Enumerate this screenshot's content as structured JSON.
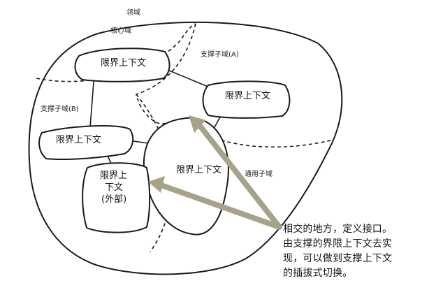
{
  "diagram": {
    "domain_label": "领域",
    "core_domain_label": "核心域",
    "supporting_a_label": "支撑子域(A)",
    "supporting_b_label": "支撑子域(B)",
    "generic_label": "通用子域",
    "context_top": "限界上下文",
    "context_right": "限界上下文",
    "context_left": "限界上下文",
    "context_center": "限界上下文",
    "context_external": [
      "限界上",
      "下文",
      "(外部)"
    ]
  },
  "callout": {
    "lines": [
      "相交的地方，定义接口。",
      "由支撑的界限上下文去实",
      "现，可以做到支撑上下文",
      "的插拔式切换。"
    ]
  },
  "colors": {
    "arrow": "#a7a38a",
    "ink": "#1a1a1a"
  }
}
